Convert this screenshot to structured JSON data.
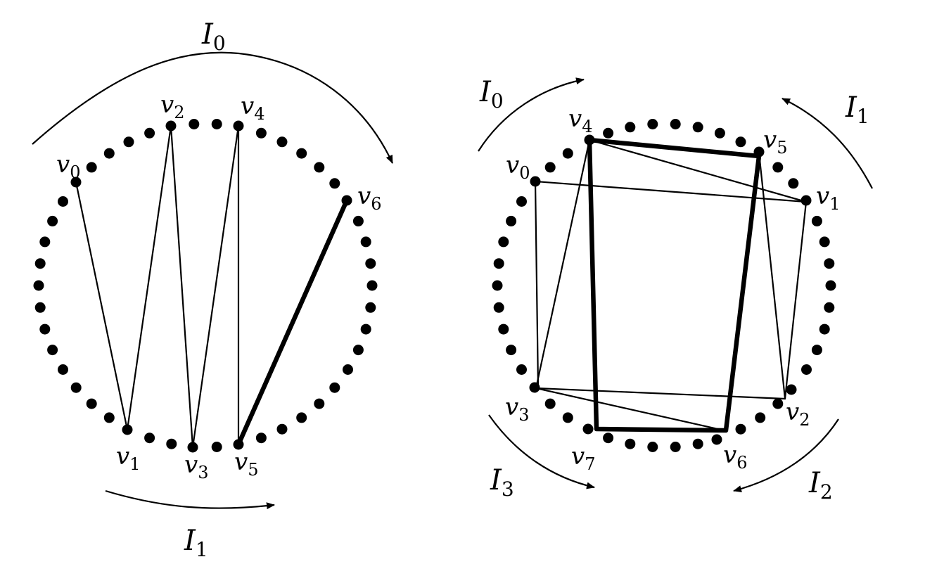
{
  "left_graph": {
    "vertices": [
      {
        "letter": "v",
        "index": "0"
      },
      {
        "letter": "v",
        "index": "1"
      },
      {
        "letter": "v",
        "index": "2"
      },
      {
        "letter": "v",
        "index": "3"
      },
      {
        "letter": "v",
        "index": "4"
      },
      {
        "letter": "v",
        "index": "5"
      },
      {
        "letter": "v",
        "index": "6"
      }
    ],
    "intervals": [
      {
        "letter": "I",
        "index": "0"
      },
      {
        "letter": "I",
        "index": "1"
      }
    ]
  },
  "right_graph": {
    "vertices": [
      {
        "letter": "v",
        "index": "0"
      },
      {
        "letter": "v",
        "index": "1"
      },
      {
        "letter": "v",
        "index": "2"
      },
      {
        "letter": "v",
        "index": "3"
      },
      {
        "letter": "v",
        "index": "4"
      },
      {
        "letter": "v",
        "index": "5"
      },
      {
        "letter": "v",
        "index": "6"
      },
      {
        "letter": "v",
        "index": "7"
      }
    ],
    "intervals": [
      {
        "letter": "I",
        "index": "0"
      },
      {
        "letter": "I",
        "index": "1"
      },
      {
        "letter": "I",
        "index": "2"
      },
      {
        "letter": "I",
        "index": "3"
      }
    ]
  }
}
